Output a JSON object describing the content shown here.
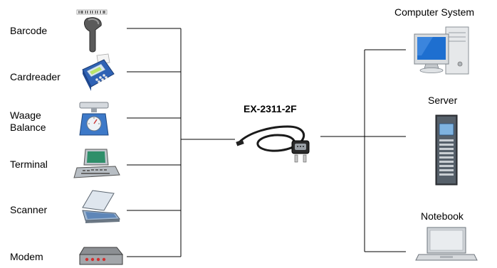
{
  "center": {
    "label": "EX-2311-2F"
  },
  "devices_left": [
    {
      "label": "Barcode",
      "icon": "barcode-scanner-icon"
    },
    {
      "label": "Cardreader",
      "icon": "card-reader-icon"
    },
    {
      "label_line1": "Waage",
      "label_line2": "Balance",
      "icon": "scale-icon"
    },
    {
      "label": "Terminal",
      "icon": "terminal-icon"
    },
    {
      "label": "Scanner",
      "icon": "flatbed-scanner-icon"
    },
    {
      "label": "Modem",
      "icon": "modem-icon"
    }
  ],
  "devices_right": [
    {
      "label": "Computer System",
      "icon": "computer-system-icon"
    },
    {
      "label": "Server",
      "icon": "server-rack-icon"
    },
    {
      "label": "Notebook",
      "icon": "notebook-icon"
    }
  ],
  "colors": {
    "wire": "#000000",
    "screen": "#1e6fd0",
    "device_gray": "#c8ccd2"
  }
}
